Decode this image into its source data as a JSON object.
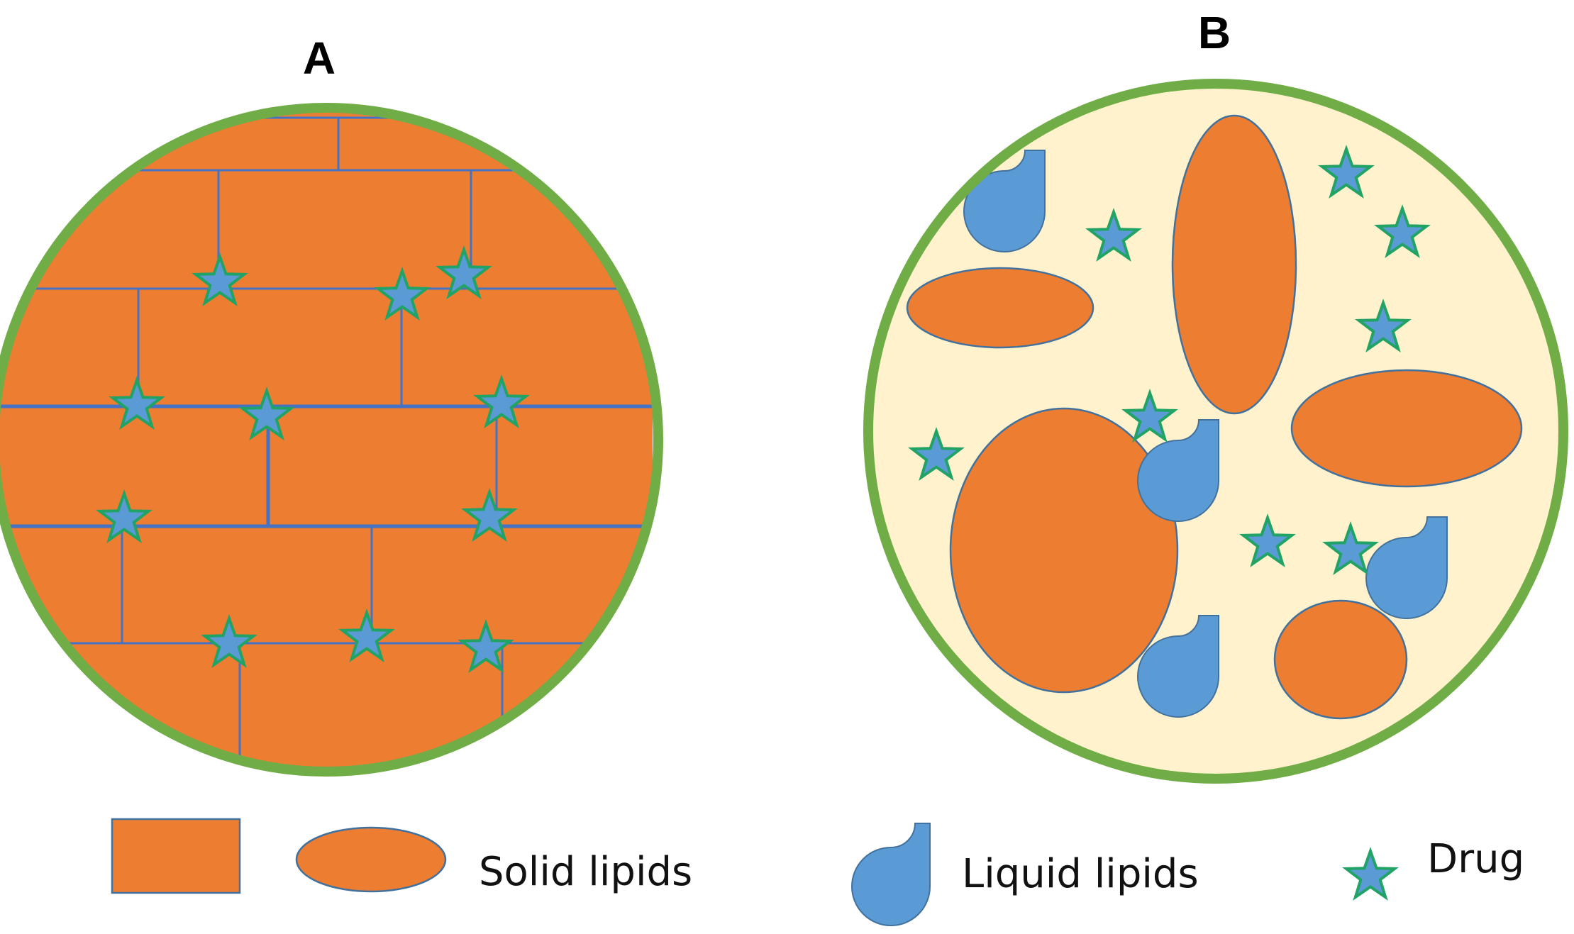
{
  "panels": {
    "a": {
      "label": "A"
    },
    "b": {
      "label": "B"
    }
  },
  "legend": {
    "solid_lipids": "Solid lipids",
    "liquid_lipids": "Liquid lipids",
    "drug": "Drug"
  },
  "colors": {
    "solid_lipid": "#ed7d31",
    "liquid_lipid": "#5b9bd5",
    "drug_fill": "#5b9bd5",
    "drug_outline": "#21a366",
    "particle_shell": "#70ad47",
    "particle_b_background": "#fff2cc",
    "brick_lines": "#4472c4"
  },
  "icons": {
    "solid_lipid_brick": "orange-rectangle",
    "solid_lipid_ellipse": "orange-ellipse",
    "liquid_lipid": "blue-teardrop",
    "drug": "blue-star"
  }
}
